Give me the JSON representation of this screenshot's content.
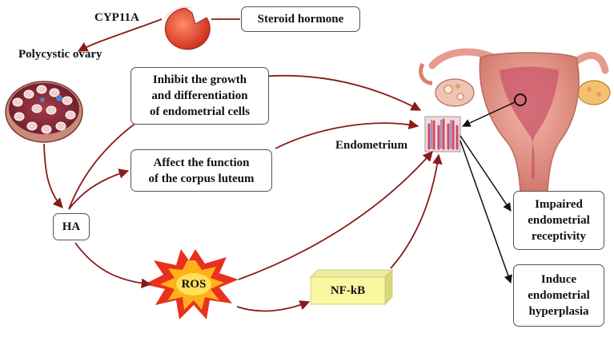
{
  "labels": {
    "cyp11a": "CYP11A",
    "steroid_hormone": "Steroid hormone",
    "polycystic_ovary": "Polycystic ovary",
    "inhibit_growth": "Inhibit the growth\nand differentiation\nof endometrial cells",
    "affect_corpus_luteum": "Affect the function\nof the corpus luteum",
    "ha": "HA",
    "endometrium": "Endometrium",
    "ros": "ROS",
    "nfkb": "NF-kB",
    "impaired_receptivity": "Impaired\nendometrial\nreceptivity",
    "induce_hyperplasia": "Induce\nendometrial\nhyperplasia"
  },
  "colors": {
    "arrow_dark_red": "#8b1a1a",
    "arrow_black": "#111111",
    "ros_burst_outer": "#e8321e",
    "ros_burst_inner": "#ffd21a",
    "nfkb_cube": "#f9f7a0",
    "enzyme_red": "#e2412d",
    "uterus_pink": "#e79b8e"
  }
}
